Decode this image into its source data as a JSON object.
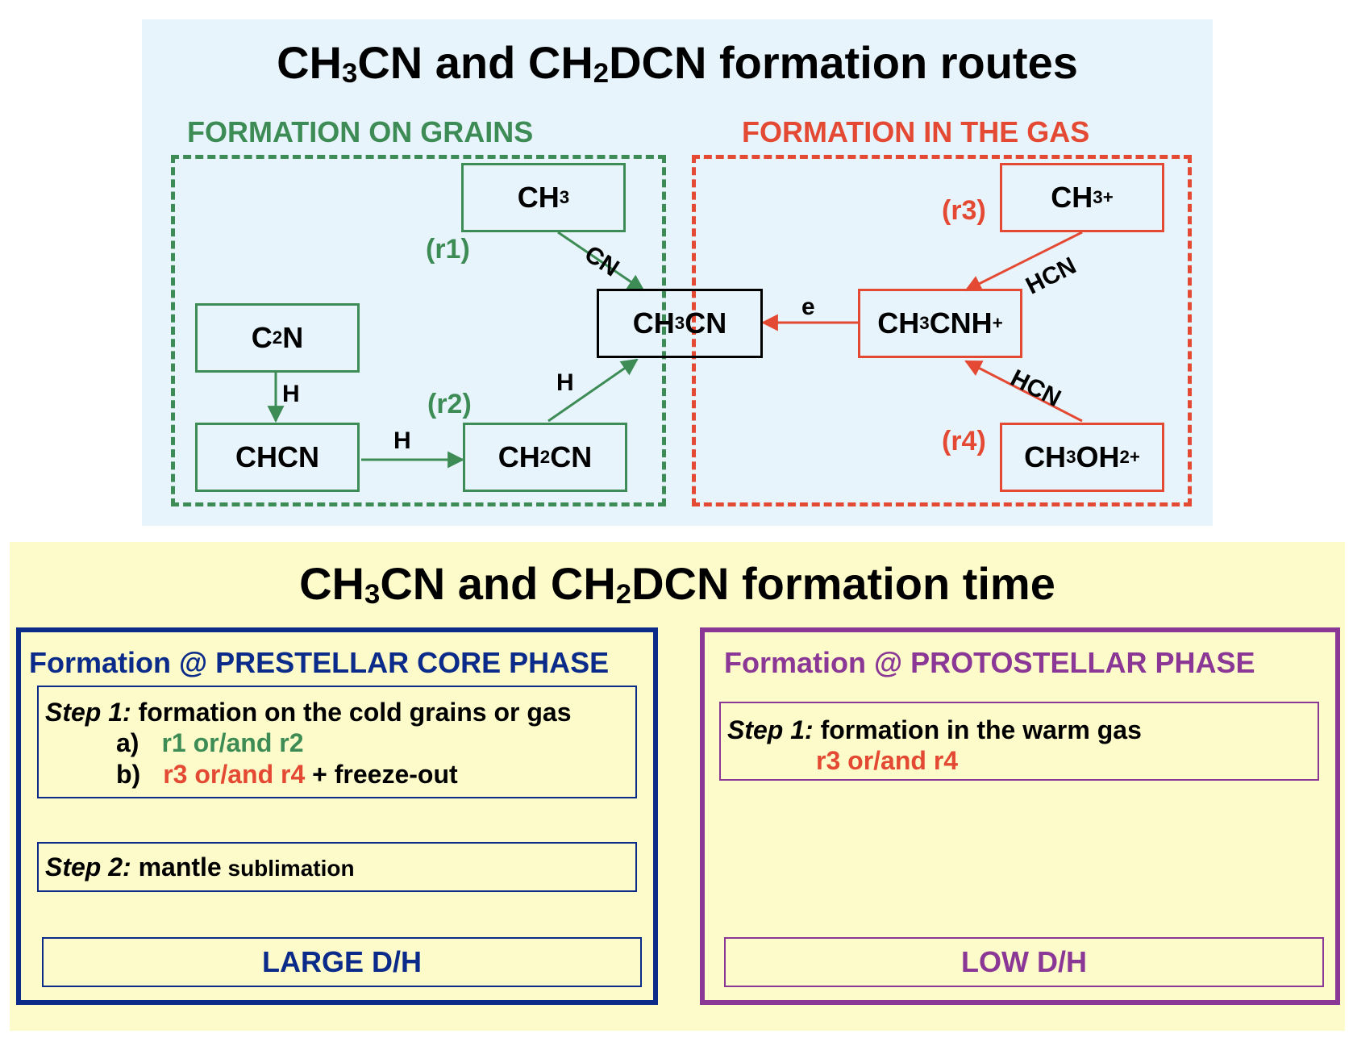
{
  "routes": {
    "title": {
      "a": "CH",
      "b": "3",
      "c": "CN and CH",
      "d": "2",
      "e": "DCN formation routes"
    },
    "grains": {
      "label": "FORMATION ON GRAINS",
      "ch3": {
        "a": "CH",
        "b": "3"
      },
      "c2n": {
        "a": "C",
        "b": "2",
        "c": "N"
      },
      "chcn": "CHCN",
      "ch2cn": {
        "a": "CH",
        "b": "2",
        "c": "CN"
      },
      "r1": "(r1)",
      "r2": "(r2)",
      "edge_cn": "CN",
      "edge_h1": "H",
      "edge_h2": "H",
      "edge_h3": "H"
    },
    "center": {
      "a": "CH",
      "b": "3",
      "c": "CN"
    },
    "gas": {
      "label": "FORMATION IN THE GAS",
      "ch3p": {
        "a": "CH",
        "b": "3",
        "c": "+"
      },
      "ch3cnhp": {
        "a": "CH",
        "b": "3",
        "c": "CNH",
        "d": "+"
      },
      "ch3oh2p": {
        "a": "CH",
        "b": "3",
        "c": "OH",
        "d": "2",
        "e": "+"
      },
      "r3": "(r3)",
      "r4": "(r4)",
      "edge_hcn1": "HCN",
      "edge_hcn2": "HCN",
      "edge_e": "e"
    }
  },
  "time": {
    "title": {
      "a": "CH",
      "b": "3",
      "c": "CN and CH",
      "d": "2",
      "e": "DCN formation time"
    },
    "prestellar": {
      "title_prefix": "Formation @ ",
      "title_main": "PRESTELLAR CORE PHASE",
      "step1_label": "Step 1:",
      "step1_text": " formation on the cold grains or gas",
      "a_label": "a)",
      "a_text": "r1 or/and r2",
      "b_label": "b)",
      "b_red": "r3 or/and r4",
      "b_rest": " + freeze-out",
      "step2_label": "Step 2:",
      "step2_big": " mantle",
      "step2_small": " sublimation",
      "result": "LARGE D/H"
    },
    "protostellar": {
      "title_prefix": "Formation @ ",
      "title_main": "PROTOSTELLAR PHASE",
      "step1_label": "Step 1:",
      "step1_text": " formation in the warm gas",
      "step1_red": "r3 or/and r4",
      "result": "LOW D/H"
    }
  },
  "colors": {
    "green": "#3d8c55",
    "red": "#e44a33",
    "navy": "#0b2b8a",
    "purple": "#8a3796",
    "top_bg": "#e8f4fc",
    "bottom_bg": "#fdfbc9"
  }
}
